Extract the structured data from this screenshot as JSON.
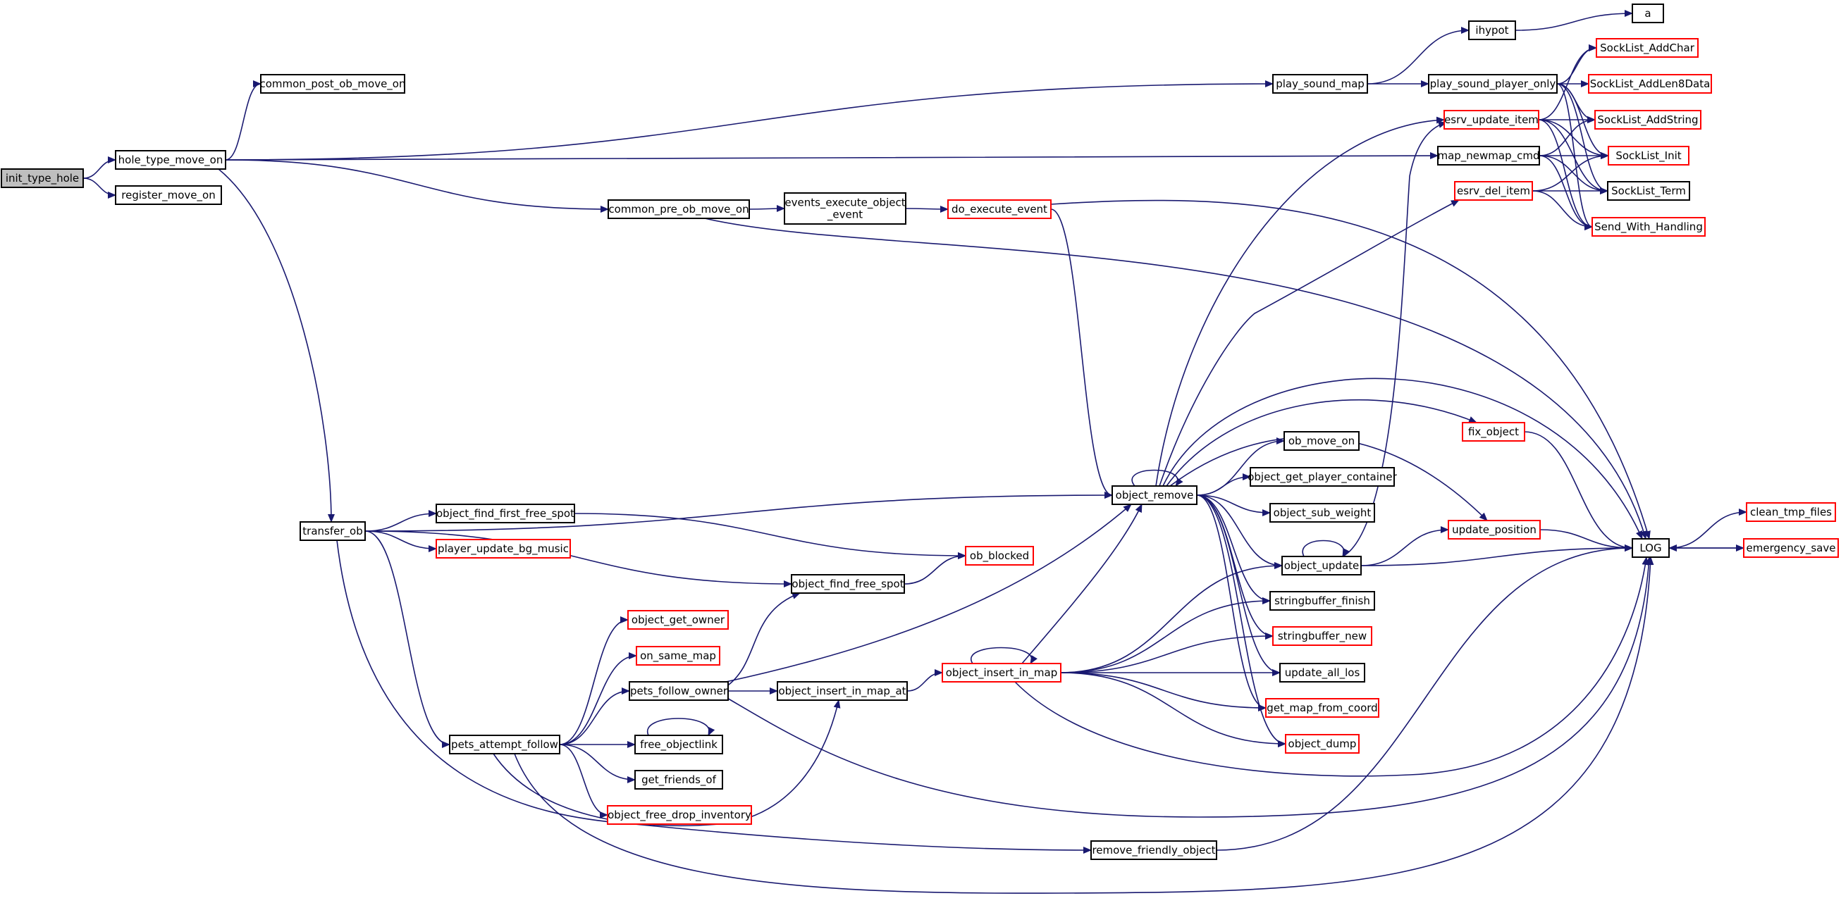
{
  "colors": {
    "edge": "#191970",
    "node_border": "#000000",
    "node_border_truncated": "#ff0000",
    "node_fill": "#ffffff",
    "root_fill": "#bfbfbf"
  },
  "nodes": [
    {
      "id": "init_type_hole",
      "lines": [
        "init_type_hole"
      ],
      "root": true
    },
    {
      "id": "hole_type_move_on",
      "lines": [
        "hole_type_move_on"
      ]
    },
    {
      "id": "register_move_on",
      "lines": [
        "register_move_on"
      ]
    },
    {
      "id": "common_post_ob_move_on",
      "lines": [
        "common_post_ob_move_on"
      ]
    },
    {
      "id": "common_pre_ob_move_on",
      "lines": [
        "common_pre_ob_move_on"
      ]
    },
    {
      "id": "events_execute_object_event",
      "lines": [
        "events_execute_object",
        "_event"
      ]
    },
    {
      "id": "do_execute_event",
      "lines": [
        "do_execute_event"
      ],
      "truncated": true
    },
    {
      "id": "play_sound_map",
      "lines": [
        "play_sound_map"
      ]
    },
    {
      "id": "ihypot",
      "lines": [
        "ihypot"
      ]
    },
    {
      "id": "a",
      "lines": [
        "a"
      ]
    },
    {
      "id": "play_sound_player_only",
      "lines": [
        "play_sound_player_only"
      ]
    },
    {
      "id": "esrv_update_item",
      "lines": [
        "esrv_update_item"
      ],
      "truncated": true
    },
    {
      "id": "map_newmap_cmd",
      "lines": [
        "map_newmap_cmd"
      ]
    },
    {
      "id": "esrv_del_item",
      "lines": [
        "esrv_del_item"
      ],
      "truncated": true
    },
    {
      "id": "SockList_AddChar",
      "lines": [
        "SockList_AddChar"
      ],
      "truncated": true
    },
    {
      "id": "SockList_AddLen8Data",
      "lines": [
        "SockList_AddLen8Data"
      ],
      "truncated": true
    },
    {
      "id": "SockList_AddString",
      "lines": [
        "SockList_AddString"
      ],
      "truncated": true
    },
    {
      "id": "SockList_Init",
      "lines": [
        "SockList_Init"
      ],
      "truncated": true
    },
    {
      "id": "SockList_Term",
      "lines": [
        "SockList_Term"
      ]
    },
    {
      "id": "Send_With_Handling",
      "lines": [
        "Send_With_Handling"
      ],
      "truncated": true
    },
    {
      "id": "transfer_ob",
      "lines": [
        "transfer_ob"
      ]
    },
    {
      "id": "object_find_first_free_spot",
      "lines": [
        "object_find_first_free_spot"
      ]
    },
    {
      "id": "player_update_bg_music",
      "lines": [
        "player_update_bg_music"
      ],
      "truncated": true
    },
    {
      "id": "object_remove",
      "lines": [
        "object_remove"
      ]
    },
    {
      "id": "ob_blocked",
      "lines": [
        "ob_blocked"
      ],
      "truncated": true
    },
    {
      "id": "object_find_free_spot",
      "lines": [
        "object_find_free_spot"
      ]
    },
    {
      "id": "ob_move_on",
      "lines": [
        "ob_move_on"
      ]
    },
    {
      "id": "object_get_player_container",
      "lines": [
        "object_get_player_container"
      ]
    },
    {
      "id": "object_sub_weight",
      "lines": [
        "object_sub_weight"
      ]
    },
    {
      "id": "fix_object",
      "lines": [
        "fix_object"
      ],
      "truncated": true
    },
    {
      "id": "update_position",
      "lines": [
        "update_position"
      ],
      "truncated": true
    },
    {
      "id": "object_update",
      "lines": [
        "object_update"
      ]
    },
    {
      "id": "stringbuffer_finish",
      "lines": [
        "stringbuffer_finish"
      ]
    },
    {
      "id": "stringbuffer_new",
      "lines": [
        "stringbuffer_new"
      ],
      "truncated": true
    },
    {
      "id": "update_all_los",
      "lines": [
        "update_all_los"
      ]
    },
    {
      "id": "get_map_from_coord",
      "lines": [
        "get_map_from_coord"
      ],
      "truncated": true
    },
    {
      "id": "object_dump",
      "lines": [
        "object_dump"
      ],
      "truncated": true
    },
    {
      "id": "LOG",
      "lines": [
        "LOG"
      ]
    },
    {
      "id": "clean_tmp_files",
      "lines": [
        "clean_tmp_files"
      ],
      "truncated": true
    },
    {
      "id": "emergency_save",
      "lines": [
        "emergency_save"
      ],
      "truncated": true
    },
    {
      "id": "pets_attempt_follow",
      "lines": [
        "pets_attempt_follow"
      ]
    },
    {
      "id": "object_get_owner",
      "lines": [
        "object_get_owner"
      ],
      "truncated": true
    },
    {
      "id": "on_same_map",
      "lines": [
        "on_same_map"
      ],
      "truncated": true
    },
    {
      "id": "pets_follow_owner",
      "lines": [
        "pets_follow_owner"
      ]
    },
    {
      "id": "free_objectlink",
      "lines": [
        "free_objectlink"
      ]
    },
    {
      "id": "get_friends_of",
      "lines": [
        "get_friends_of"
      ]
    },
    {
      "id": "object_free_drop_inventory",
      "lines": [
        "object_free_drop_inventory"
      ],
      "truncated": true
    },
    {
      "id": "object_insert_in_map_at",
      "lines": [
        "object_insert_in_map_at"
      ]
    },
    {
      "id": "object_insert_in_map",
      "lines": [
        "object_insert_in_map"
      ],
      "truncated": true
    },
    {
      "id": "remove_friendly_object",
      "lines": [
        "remove_friendly_object"
      ]
    }
  ],
  "edges": [
    [
      "init_type_hole",
      "hole_type_move_on"
    ],
    [
      "init_type_hole",
      "register_move_on"
    ],
    [
      "hole_type_move_on",
      "common_post_ob_move_on"
    ],
    [
      "hole_type_move_on",
      "play_sound_map"
    ],
    [
      "hole_type_move_on",
      "map_newmap_cmd"
    ],
    [
      "hole_type_move_on",
      "common_pre_ob_move_on"
    ],
    [
      "hole_type_move_on",
      "transfer_ob"
    ],
    [
      "common_pre_ob_move_on",
      "events_execute_object_event"
    ],
    [
      "common_pre_ob_move_on",
      "LOG"
    ],
    [
      "events_execute_object_event",
      "do_execute_event"
    ],
    [
      "do_execute_event",
      "object_remove"
    ],
    [
      "do_execute_event",
      "LOG"
    ],
    [
      "play_sound_map",
      "ihypot"
    ],
    [
      "play_sound_map",
      "play_sound_player_only"
    ],
    [
      "ihypot",
      "a"
    ],
    [
      "play_sound_player_only",
      "SockList_AddChar"
    ],
    [
      "play_sound_player_only",
      "SockList_AddLen8Data"
    ],
    [
      "play_sound_player_only",
      "SockList_AddString"
    ],
    [
      "play_sound_player_only",
      "SockList_Init"
    ],
    [
      "play_sound_player_only",
      "SockList_Term"
    ],
    [
      "play_sound_player_only",
      "Send_With_Handling"
    ],
    [
      "esrv_update_item",
      "SockList_AddChar"
    ],
    [
      "esrv_update_item",
      "SockList_AddString"
    ],
    [
      "esrv_update_item",
      "SockList_Init"
    ],
    [
      "esrv_update_item",
      "SockList_Term"
    ],
    [
      "esrv_update_item",
      "Send_With_Handling"
    ],
    [
      "map_newmap_cmd",
      "SockList_AddString"
    ],
    [
      "map_newmap_cmd",
      "SockList_Init"
    ],
    [
      "map_newmap_cmd",
      "SockList_Term"
    ],
    [
      "map_newmap_cmd",
      "Send_With_Handling"
    ],
    [
      "esrv_del_item",
      "SockList_Init"
    ],
    [
      "esrv_del_item",
      "SockList_Term"
    ],
    [
      "esrv_del_item",
      "Send_With_Handling"
    ],
    [
      "transfer_ob",
      "object_remove"
    ],
    [
      "transfer_ob",
      "object_find_first_free_spot"
    ],
    [
      "transfer_ob",
      "player_update_bg_music"
    ],
    [
      "transfer_ob",
      "object_find_free_spot"
    ],
    [
      "transfer_ob",
      "pets_attempt_follow"
    ],
    [
      "transfer_ob",
      "remove_friendly_object"
    ],
    [
      "object_find_first_free_spot",
      "ob_blocked"
    ],
    [
      "object_find_free_spot",
      "ob_blocked"
    ],
    [
      "object_remove",
      "object_remove"
    ],
    [
      "object_remove",
      "esrv_update_item"
    ],
    [
      "object_remove",
      "esrv_del_item"
    ],
    [
      "object_remove",
      "fix_object"
    ],
    [
      "object_remove",
      "LOG"
    ],
    [
      "object_remove",
      "ob_move_on"
    ],
    [
      "object_remove",
      "object_get_player_container"
    ],
    [
      "object_remove",
      "object_sub_weight"
    ],
    [
      "object_remove",
      "update_position"
    ],
    [
      "object_remove",
      "object_update"
    ],
    [
      "object_remove",
      "stringbuffer_finish"
    ],
    [
      "object_remove",
      "stringbuffer_new"
    ],
    [
      "object_remove",
      "update_all_los"
    ],
    [
      "object_remove",
      "get_map_from_coord"
    ],
    [
      "object_remove",
      "object_dump"
    ],
    [
      "fix_object",
      "LOG"
    ],
    [
      "update_position",
      "LOG"
    ],
    [
      "object_update",
      "object_update"
    ],
    [
      "object_update",
      "update_position"
    ],
    [
      "object_update",
      "LOG"
    ],
    [
      "object_update",
      "esrv_update_item"
    ],
    [
      "LOG",
      "clean_tmp_files"
    ],
    [
      "LOG",
      "emergency_save"
    ],
    [
      "emergency_save",
      "LOG"
    ],
    [
      "pets_attempt_follow",
      "object_get_owner"
    ],
    [
      "pets_attempt_follow",
      "on_same_map"
    ],
    [
      "pets_attempt_follow",
      "pets_follow_owner"
    ],
    [
      "pets_attempt_follow",
      "free_objectlink"
    ],
    [
      "pets_attempt_follow",
      "get_friends_of"
    ],
    [
      "pets_attempt_follow",
      "object_free_drop_inventory"
    ],
    [
      "pets_attempt_follow",
      "object_insert_in_map_at"
    ],
    [
      "pets_attempt_follow",
      "LOG"
    ],
    [
      "pets_follow_owner",
      "object_find_free_spot"
    ],
    [
      "pets_follow_owner",
      "object_insert_in_map_at"
    ],
    [
      "pets_follow_owner",
      "object_remove"
    ],
    [
      "pets_follow_owner",
      "LOG"
    ],
    [
      "free_objectlink",
      "free_objectlink"
    ],
    [
      "object_insert_in_map_at",
      "object_insert_in_map"
    ],
    [
      "object_insert_in_map",
      "object_insert_in_map"
    ],
    [
      "object_insert_in_map",
      "object_remove"
    ],
    [
      "object_insert_in_map",
      "object_update"
    ],
    [
      "object_insert_in_map",
      "stringbuffer_finish"
    ],
    [
      "object_insert_in_map",
      "stringbuffer_new"
    ],
    [
      "object_insert_in_map",
      "update_all_los"
    ],
    [
      "object_insert_in_map",
      "get_map_from_coord"
    ],
    [
      "object_insert_in_map",
      "object_dump"
    ],
    [
      "object_insert_in_map",
      "LOG"
    ],
    [
      "remove_friendly_object",
      "LOG"
    ]
  ]
}
